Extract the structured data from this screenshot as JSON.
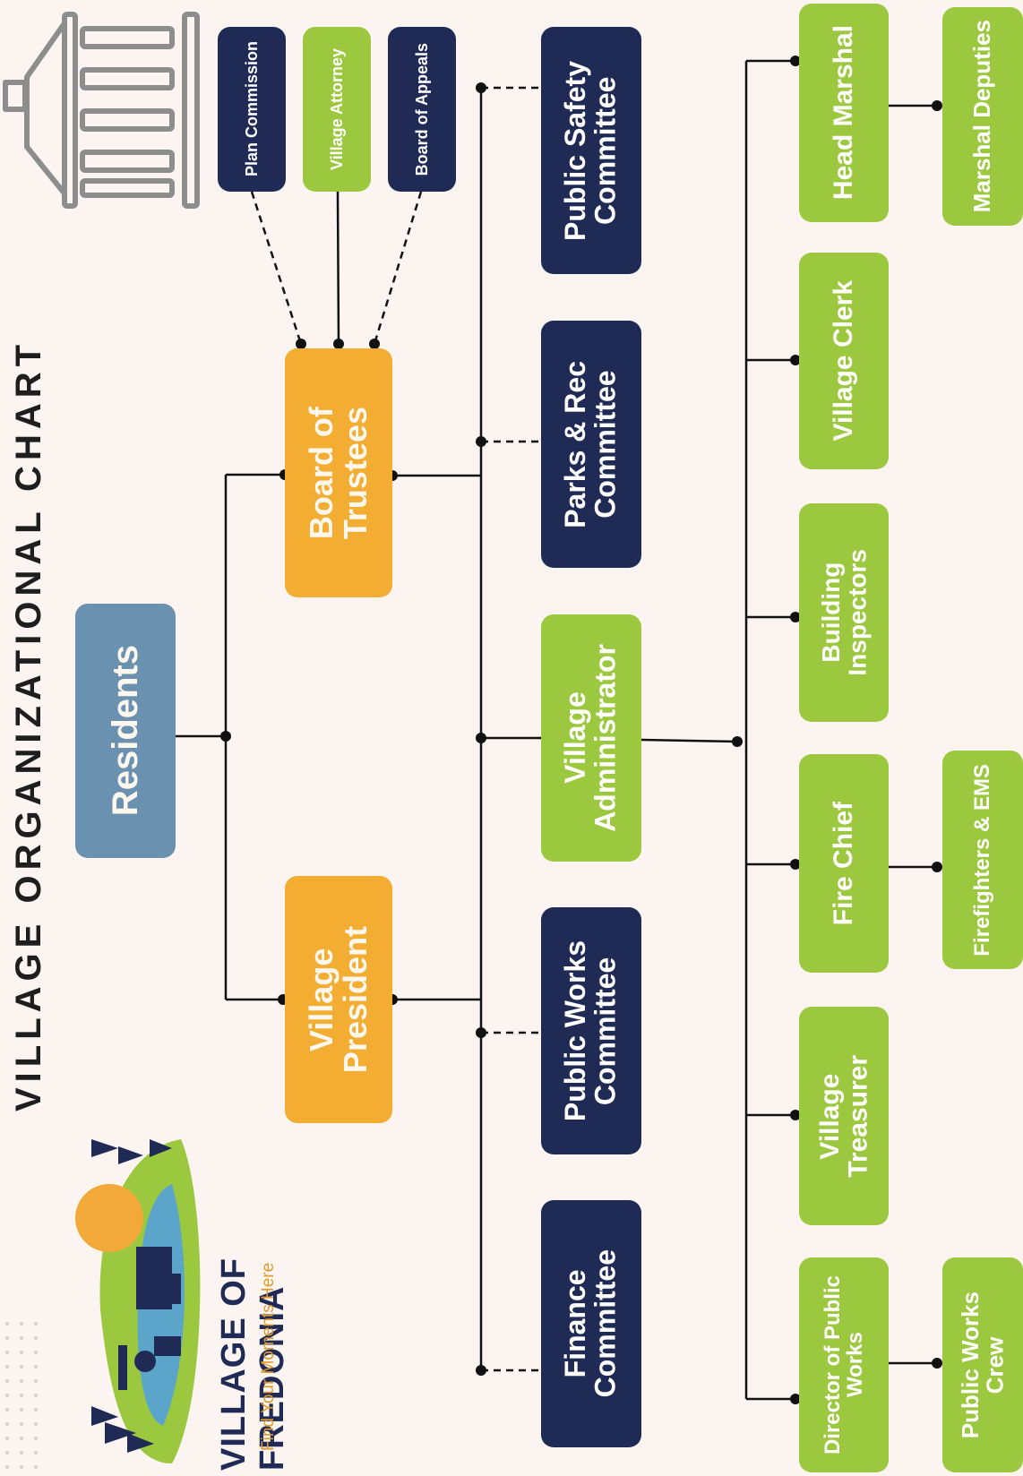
{
  "title": "VILLAGE ORGANIZATIONAL CHART",
  "logo": {
    "name": "VILLAGE OF FREDONIA",
    "tagline": "Find Your Moments Here"
  },
  "nodes": {
    "residents": "Residents",
    "board_of_trustees": "Board of\nTrustees",
    "village_president": "Village\nPresident",
    "plan_commission": "Plan Commission",
    "village_attorney": "Village Attorney",
    "board_of_appeals": "Board of Appeals",
    "public_safety_committee": "Public Safety\nCommittee",
    "parks_rec_committee": "Parks & Rec\nCommittee",
    "village_administrator": "Village\nAdministrator",
    "public_works_committee": "Public Works\nCommittee",
    "finance_committee": "Finance\nCommittee",
    "head_marshal": "Head Marshal",
    "marshal_deputies": "Marshal Deputies",
    "village_clerk": "Village Clerk",
    "building_inspectors": "Building\nInspectors",
    "fire_chief": "Fire Chief",
    "firefighters_ems": "Firefighters & EMS",
    "village_treasurer": "Village\nTreasurer",
    "director_public_works": "Director of Public\nWorks",
    "public_works_crew": "Public Works\nCrew"
  },
  "colors": {
    "navy": "#1f2a55",
    "green": "#9cc83f",
    "orange": "#f2ad32",
    "steel": "#6b91b1",
    "background": "#fbf4f1",
    "line": "#111111"
  },
  "icons": [
    "building-icon",
    "village-logo-icon"
  ]
}
